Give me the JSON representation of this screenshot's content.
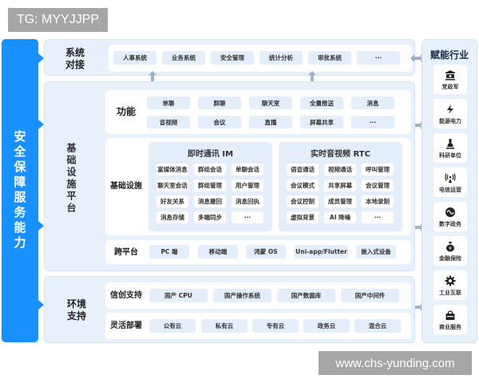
{
  "watermarks": {
    "top": "TG: MYYJJPP",
    "bottom": "www.chs-yunding.com"
  },
  "security_bar": {
    "label": "安全保障服务能力",
    "color": "#1890ff"
  },
  "system_integration": {
    "label_line1": "系统",
    "label_line2": "对接",
    "items": [
      "人事系统",
      "业务系统",
      "安全管理",
      "统计分析",
      "审批系统",
      "···"
    ]
  },
  "infrastructure_platform": {
    "label": "基础设施平台",
    "functions": {
      "label": "功能",
      "row1": [
        "单聊",
        "群聊",
        "聊天室",
        "全量推送",
        "消息"
      ],
      "row2": [
        "音视频",
        "会议",
        "直播",
        "屏幕共享",
        "···"
      ]
    },
    "infrastructure": {
      "label": "基础设施",
      "im": {
        "title": "即时通讯 IM",
        "items": [
          [
            "富媒体消息",
            "群组会话",
            "单聊会话"
          ],
          [
            "聊天室会话",
            "群组管理",
            "用户管理"
          ],
          [
            "好友关系",
            "消息撤回",
            "消息回执"
          ],
          [
            "消息存储",
            "多端同步",
            "···"
          ]
        ]
      },
      "rtc": {
        "title": "实时音视频 RTC",
        "items": [
          [
            "语音通话",
            "视频通话",
            "呼叫管理"
          ],
          [
            "会议模式",
            "共享屏幕",
            "会议管理"
          ],
          [
            "会议控制",
            "成员管理",
            "本地录制"
          ],
          [
            "虚拟背景",
            "AI 降噪",
            "···"
          ]
        ]
      }
    },
    "cross_platform": {
      "label": "跨平台",
      "items": [
        "PC 端",
        "移动端",
        "鸿蒙 OS",
        "Uni-app/Flutter",
        "嵌入式设备"
      ]
    }
  },
  "environment_support": {
    "label_line1": "环境",
    "label_line2": "支持",
    "xinchuang": {
      "label": "信创支持",
      "items": [
        "国产 CPU",
        "国产操作系统",
        "国产数据库",
        "国产中间件"
      ]
    },
    "deployment": {
      "label": "灵活部署",
      "items": [
        "公有云",
        "私有云",
        "专有云",
        "政务云",
        "混合云"
      ]
    }
  },
  "industries": {
    "title": "赋能行业",
    "items": [
      {
        "label": "党政军",
        "icon": "government-building-icon"
      },
      {
        "label": "能源电力",
        "icon": "lightning-icon"
      },
      {
        "label": "科研单位",
        "icon": "flask-icon"
      },
      {
        "label": "电信运营",
        "icon": "signal-tower-icon"
      },
      {
        "label": "数字政务",
        "icon": "wave-circle-icon"
      },
      {
        "label": "金融保险",
        "icon": "money-bag-icon"
      },
      {
        "label": "工业互联",
        "icon": "gear-icon"
      },
      {
        "label": "商业服务",
        "icon": "shopping-bag-icon"
      }
    ]
  },
  "colors": {
    "primary_blue": "#1890ff",
    "panel_bg": "#e6f1fb",
    "chip_bg": "#e3eefa",
    "arrow_gray": "#9fb1c4"
  }
}
